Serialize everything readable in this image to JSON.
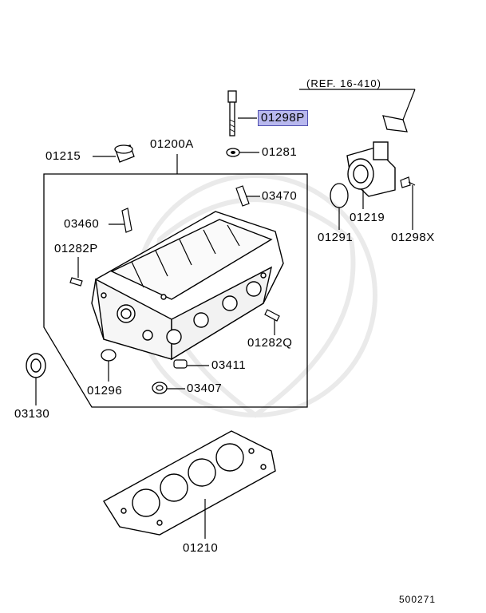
{
  "diagram": {
    "reference": "(REF. 16-410)",
    "figure_number": "500271",
    "parts": {
      "p01298P": "01298P",
      "p01215": "01215",
      "p01200A": "01200A",
      "p01281": "01281",
      "p03470": "03470",
      "p03460": "03460",
      "p01282P": "01282P",
      "p01282Q": "01282Q",
      "p03411": "03411",
      "p03407": "03407",
      "p01296": "01296",
      "p03130": "03130",
      "p01210": "01210",
      "p01219": "01219",
      "p01291": "01291",
      "p01298X": "01298X"
    },
    "highlighted_part": "01298P",
    "highlight_color": "#b8b8ee"
  }
}
